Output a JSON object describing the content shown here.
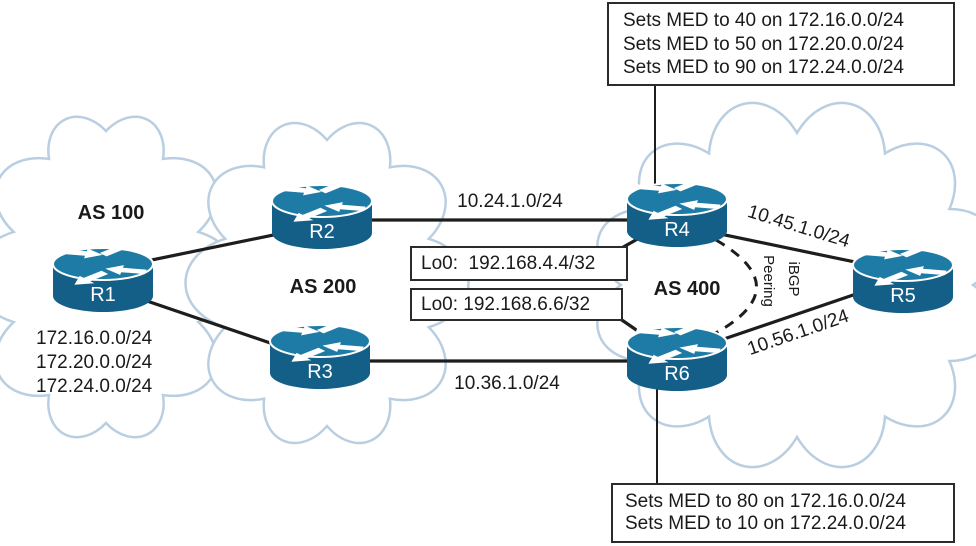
{
  "diagram": {
    "clouds": [
      {
        "id": "as100",
        "label": "AS 100"
      },
      {
        "id": "as200",
        "label": "AS 200"
      },
      {
        "id": "as400",
        "label": "AS 400"
      }
    ],
    "routers": [
      {
        "id": "r1",
        "label": "R1"
      },
      {
        "id": "r2",
        "label": "R2"
      },
      {
        "id": "r3",
        "label": "R3"
      },
      {
        "id": "r4",
        "label": "R4"
      },
      {
        "id": "r5",
        "label": "R5"
      },
      {
        "id": "r6",
        "label": "R6"
      }
    ],
    "links": [
      {
        "from": "R2",
        "to": "R4",
        "label": "10.24.1.0/24"
      },
      {
        "from": "R3",
        "to": "R6",
        "label": "10.36.1.0/24"
      },
      {
        "from": "R4",
        "to": "R5",
        "label": "10.45.1.0/24"
      },
      {
        "from": "R6",
        "to": "R5",
        "label": "10.56.1.0/24"
      },
      {
        "from": "R1",
        "to": "R2",
        "label": ""
      },
      {
        "from": "R1",
        "to": "R3",
        "label": ""
      },
      {
        "from": "R4",
        "to": "R6",
        "label": "iBGP Peering",
        "style": "dashed"
      }
    ],
    "ibgp_label": {
      "line1": "iBGP",
      "line2": "Peering"
    },
    "r1_prefixes": [
      "172.16.0.0/24",
      "172.20.0.0/24",
      "172.24.0.0/24"
    ],
    "loopbacks": [
      {
        "label": "Lo0:  192.168.4.4/32"
      },
      {
        "label": "Lo0: 192.168.6.6/32"
      }
    ],
    "med_r4": {
      "lines": [
        "Sets MED to 40 on 172.16.0.0/24",
        "Sets MED to 50 on 172.20.0.0/24",
        "Sets MED to 90 on 172.24.0.0/24"
      ]
    },
    "med_r6": {
      "lines": [
        "Sets MED to 80 on 172.16.0.0/24",
        "Sets MED to 10 on 172.24.0.0/24"
      ]
    },
    "colors": {
      "router_top": "#1e7ba5",
      "router_body": "#135f88",
      "cloud_stroke": "#b9cfe1",
      "line": "#1d1d1b",
      "text": "#1a1a1a"
    }
  }
}
